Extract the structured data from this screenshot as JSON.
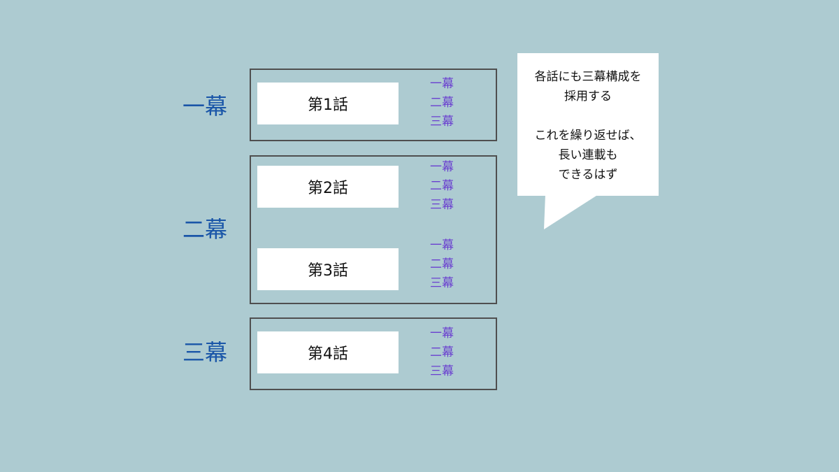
{
  "acts": [
    "一幕",
    "二幕",
    "三幕"
  ],
  "episodes": [
    {
      "title": "第1話",
      "sub_acts": [
        "一幕",
        "二幕",
        "三幕"
      ]
    },
    {
      "title": "第2話",
      "sub_acts": [
        "一幕",
        "二幕",
        "三幕"
      ]
    },
    {
      "title": "第3話",
      "sub_acts": [
        "一幕",
        "二幕",
        "三幕"
      ]
    },
    {
      "title": "第4話",
      "sub_acts": [
        "一幕",
        "二幕",
        "三幕"
      ]
    }
  ],
  "bubble": {
    "lines_a": [
      "各話にも三幕構成を",
      "採用する"
    ],
    "lines_b": [
      "これを繰り返せば、",
      "長い連載も",
      "できるはず"
    ]
  },
  "colors": {
    "background": "#adcbd1",
    "act_label": "#1a56a8",
    "sub_act": "#6a3fd0",
    "box_border": "#4f4f4f",
    "card": "#ffffff"
  }
}
